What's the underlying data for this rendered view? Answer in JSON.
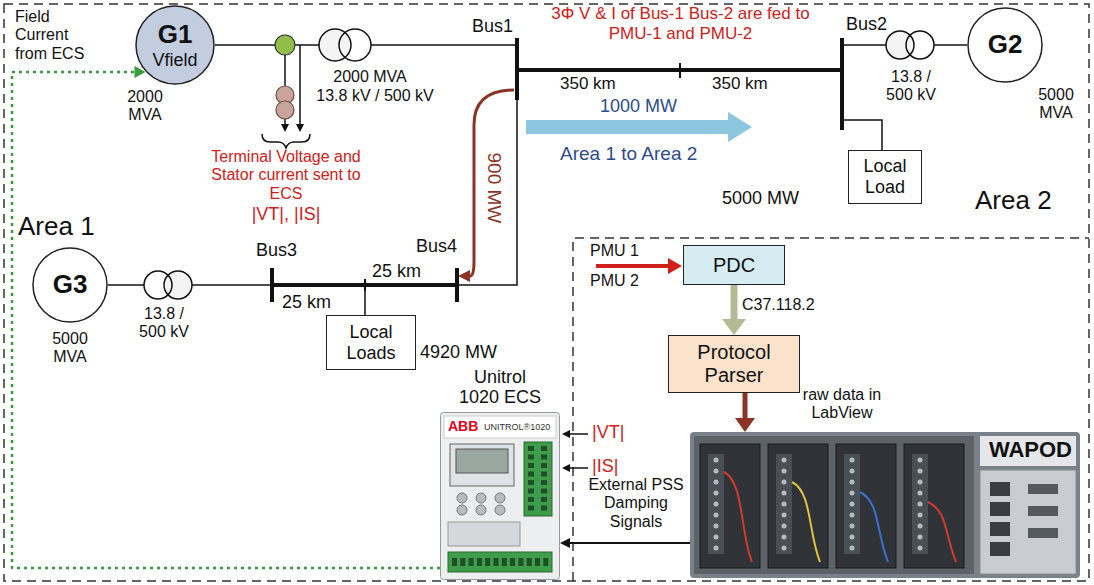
{
  "diagram": {
    "nodes": [
      {
        "text": [
          "G1",
          "Vfield"
        ]
      },
      {
        "text": [
          "G2"
        ]
      },
      {
        "text": [
          "G3"
        ]
      },
      {
        "text": [
          "Local Load"
        ]
      },
      {
        "text": [
          "Local Loads"
        ]
      },
      {
        "text": [
          "PDC"
        ]
      },
      {
        "text": [
          "Protocol Parser"
        ]
      },
      {
        "text": [
          "Unitrol 1020 ECS"
        ]
      },
      {
        "text": [
          "WAPOD"
        ]
      }
    ],
    "edges": [
      {
        "from": 5,
        "to": 6,
        "arrow": "to",
        "label": "C37.118.2"
      },
      {
        "from": 6,
        "to": 8,
        "arrow": "to",
        "label": "raw data in LabView"
      },
      {
        "from": 8,
        "to": 7,
        "arrow": "to",
        "label": "External PSS Damping Signals"
      },
      {
        "from": 7,
        "to": 0,
        "arrow": "to"
      }
    ],
    "labels": [
      "Field Current from ECS",
      "2000 MVA",
      "2000 MVA",
      "13.8 kV / 500 kV",
      "Area 1",
      "Terminal Voltage and Stator current sent to ECS",
      "|VT|, |IS|",
      "Bus1",
      "3Φ V & I of Bus-1 Bus-2 are fed to PMU-1 and PMU-2",
      "Bus2",
      "350 km",
      "350 km",
      "1000 MW",
      "Area 1 to Area 2",
      "13.8 / 500 kV",
      "5000 MVA",
      "5000 MW",
      "Area 2",
      "900 MW",
      "Bus3",
      "Bus4",
      "25 km",
      "25 km",
      "13.8 / 500 kV",
      "5000 MVA",
      "4920 MW",
      "PMU 1",
      "PMU 2",
      "|VT|",
      "|IS|",
      "ABB",
      "UNITROL®1020"
    ]
  }
}
